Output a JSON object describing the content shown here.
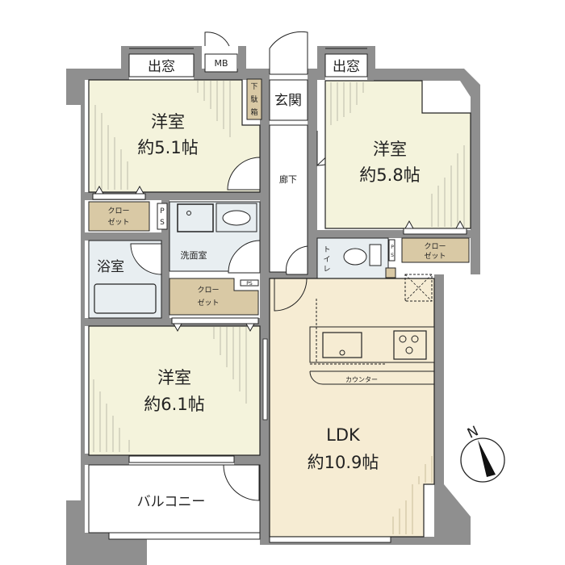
{
  "colors": {
    "wall": "#8f8f8f",
    "room_western": "#f4f3dc",
    "room_ldk": "#f6ecd3",
    "closet": "#d9c9a5",
    "wet_area": "#e8eef1",
    "corridor": "#ffffff",
    "outline": "#222222"
  },
  "rooms": {
    "western_1": {
      "name": "洋室",
      "size": "約5.1帖"
    },
    "western_2": {
      "name": "洋室",
      "size": "約5.8帖"
    },
    "western_3": {
      "name": "洋室",
      "size": "約6.1帖"
    },
    "ldk": {
      "name": "LDK",
      "size": "約10.9帖"
    },
    "entrance": "玄関",
    "corridor": "廊下",
    "shoe_box": [
      "下",
      "駄",
      "箱"
    ],
    "bay_window_left": "出窓",
    "bay_window_right": "出窓",
    "meter_box": "MB",
    "bathroom": "浴室",
    "washroom": "洗面室",
    "toilet": [
      "ト",
      "イ",
      "レ"
    ],
    "balcony": "バルコニー",
    "counter": "カウンター"
  },
  "closets": {
    "left_top": [
      "クロー",
      "ゼット"
    ],
    "middle": [
      "クロー",
      "ゼット"
    ],
    "right": [
      "クロー",
      "ゼット"
    ]
  },
  "pipe_spaces": {
    "left": [
      "P",
      "S"
    ],
    "middle": "PS",
    "right": [
      "P",
      "S"
    ]
  },
  "compass": {
    "label": "N",
    "icon": "north-arrow-icon"
  }
}
